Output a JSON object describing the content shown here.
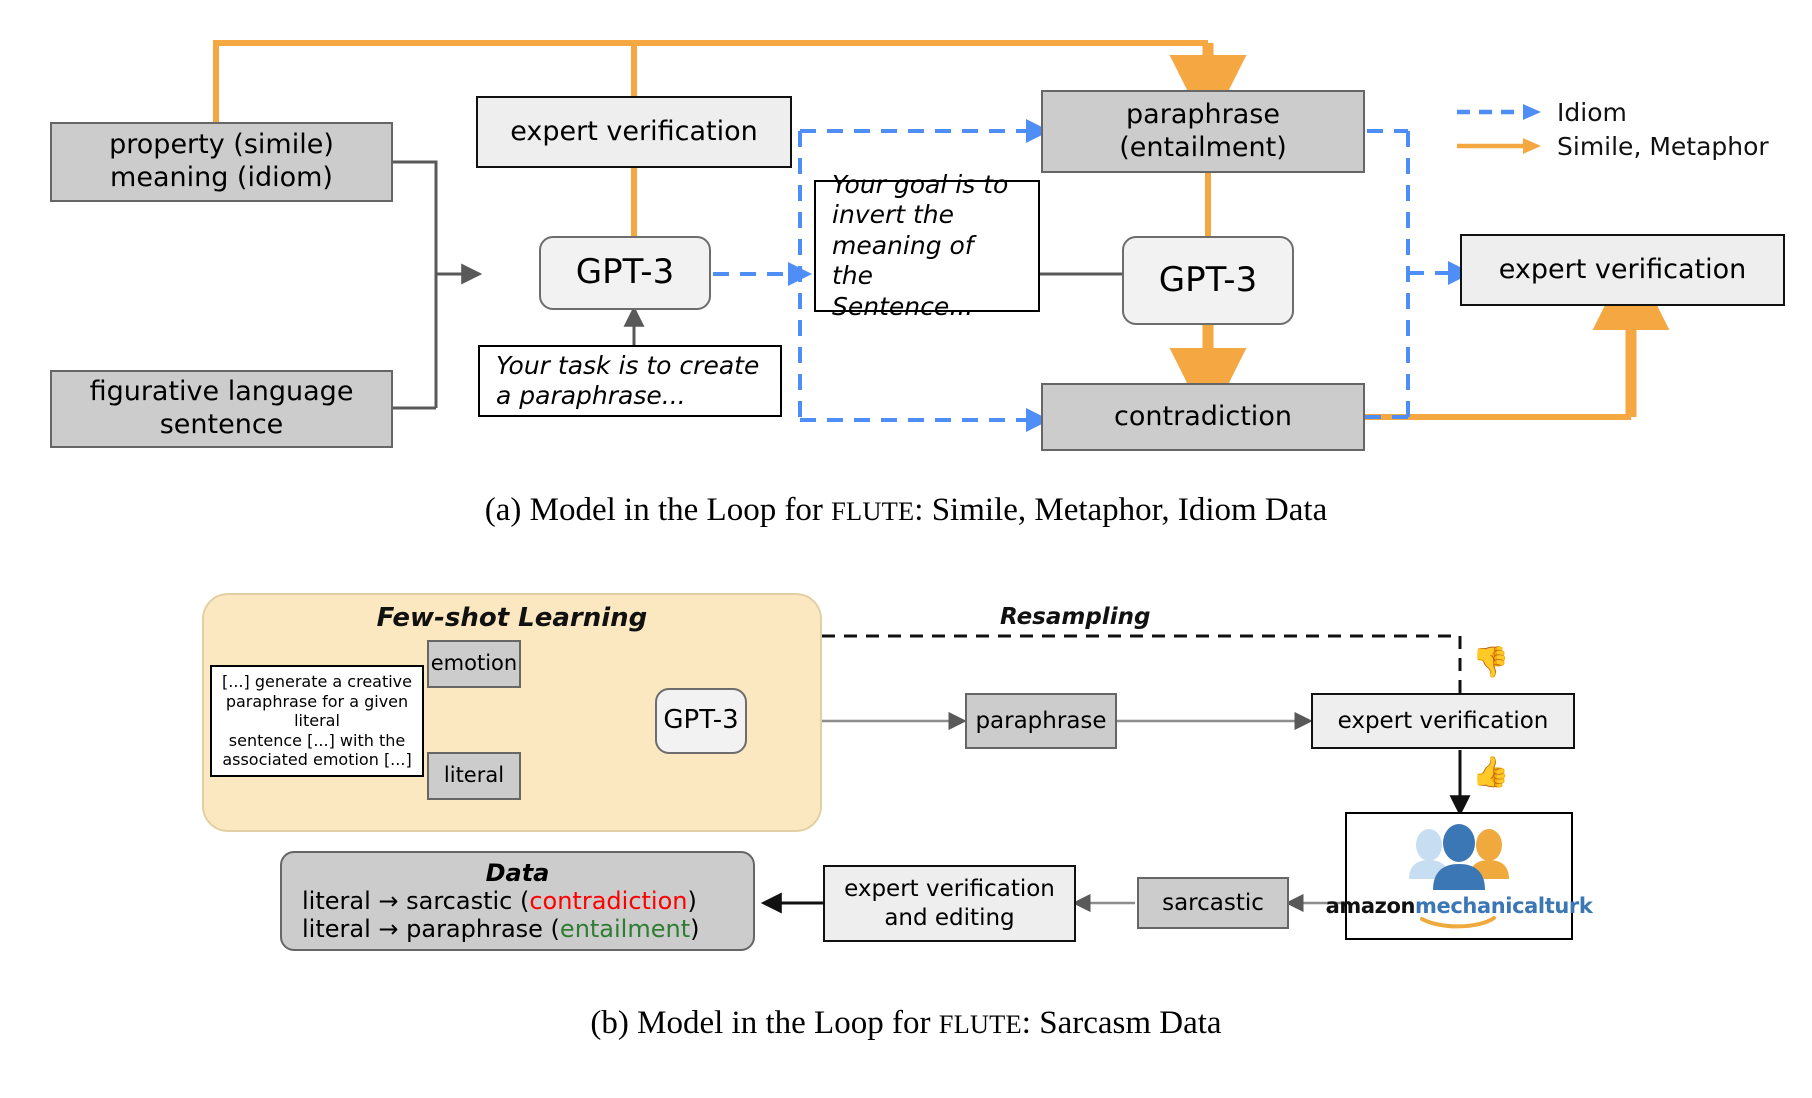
{
  "panel_a": {
    "caption_prefix": "(a) Model in the Loop for ",
    "caption_sc": "FLUTE",
    "caption_suffix": ":  Simile, Metaphor, Idiom Data",
    "nodes": {
      "property": "property (simile)\nmeaning (idiom)",
      "property_l1": "property (simile)",
      "property_l2": "meaning (idiom)",
      "figurative_l1": "figurative language",
      "figurative_l2": "sentence",
      "expert_verification_1": "expert verification",
      "gpt3_1": "GPT-3",
      "prompt_1_l1": "Your task is to create",
      "prompt_1_l2": "a paraphrase...",
      "prompt_2": "Your goal is to invert the meaning of the Sentence...",
      "prompt_2_l1": "Your goal is to",
      "prompt_2_l2": "invert the",
      "prompt_2_l3": "meaning of the",
      "prompt_2_l4": "Sentence...",
      "paraphrase_l1": "paraphrase",
      "paraphrase_l2": "(entailment)",
      "gpt3_2": "GPT-3",
      "contradiction": "contradiction",
      "expert_verification_2": "expert verification"
    },
    "legend": [
      {
        "label": "Idiom",
        "style": "dashed",
        "color": "#4f8ef7"
      },
      {
        "label": "Simile, Metaphor",
        "style": "solid",
        "color": "#f5a742"
      }
    ]
  },
  "panel_b": {
    "caption_prefix": "(b) Model in the Loop for ",
    "caption_sc": "FLUTE",
    "caption_suffix": ":  Sarcasm Data",
    "few_shot_title": "Few-shot Learning",
    "resampling_label": "Resampling",
    "nodes": {
      "prompt_l1": "[...] generate a creative",
      "prompt_l2": "paraphrase for a given literal",
      "prompt_l3": "sentence [...] with the",
      "prompt_l4": "associated emotion [...]",
      "emotion": "emotion",
      "literal": "literal",
      "gpt3": "GPT-3",
      "paraphrase": "paraphrase",
      "expert_verification": "expert verification",
      "mturk_amazon": "amazon",
      "mturk_mechanical": "mechanical",
      "mturk_turk": "turk",
      "sarcastic": "sarcastic",
      "expert_edit_l1": "expert verification",
      "expert_edit_l2": "and editing"
    },
    "data_box": {
      "title": "Data",
      "line1_pre": "literal → sarcastic (",
      "line1_tag": "contradiction",
      "line1_post": ")",
      "line2_pre": "literal → paraphrase (",
      "line2_tag": "entailment",
      "line2_post": ")"
    },
    "icons": {
      "thumbs_down": "👎",
      "thumbs_up": "👍"
    }
  },
  "colors": {
    "orange": "#f5a742",
    "blue": "#4f8ef7",
    "grey_fill": "#cccccc",
    "light_fill": "#eeeeee",
    "few_shot_bg": "#fce8c0",
    "red": "#ff0000",
    "green": "#2e7d32",
    "arrow_grey": "#595959"
  }
}
